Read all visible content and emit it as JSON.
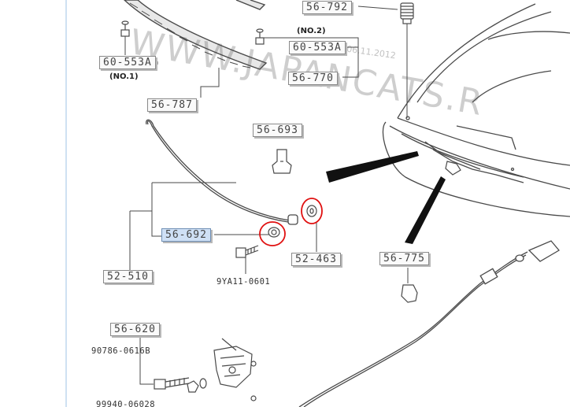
{
  "labels": {
    "p56_792": "56-792",
    "p60_553a_2": "60-553A",
    "p56_770": "56-770",
    "p60_553a_1": "60-553A",
    "p56_787": "56-787",
    "p56_693": "56-693",
    "p56_692": "56-692",
    "p52_463": "52-463",
    "p56_775": "56-775",
    "p52_510": "52-510",
    "p56_620": "56-620"
  },
  "plain_codes": {
    "bolt_9ya11": "9YA11-0601",
    "bolt_90786": "90786-0616B",
    "bolt_99940": "99940-06028"
  },
  "notes": {
    "no2": "(NO.2)",
    "no1": "(NO.1)"
  },
  "watermark": {
    "main": "WWW.JAPANCATS.R",
    "date": "06.11.2012"
  },
  "colors": {
    "line": "#4a4a4a",
    "highlight_circle": "#e01010",
    "selected_label": "#cfe0f5",
    "guide_line": "#9fc3e6"
  }
}
